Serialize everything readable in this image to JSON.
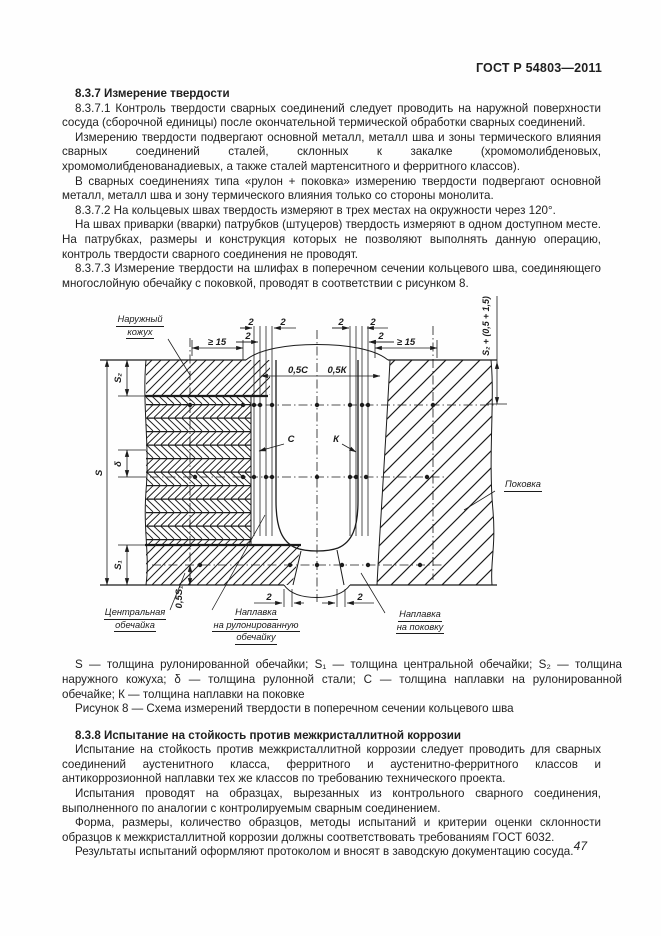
{
  "header": {
    "doc_number": "ГОСТ Р 54803—2011"
  },
  "body": {
    "s837_heading": "8.3.7 Измерение твердости",
    "s837_paras": [
      "8.3.7.1 Контроль твердости сварных соединений следует проводить на наружной поверхности сосуда (сборочной единицы) после окончательной термической обработки сварных соединений.",
      "Измерению твердости подвергают основной металл, металл шва и зоны термического влияния сварных соединений сталей, склонных к закалке (хромомолибденовых, хромомолибденованадиевых, а также сталей мартенситного и ферритного классов).",
      "В сварных соединениях типа «рулон + поковка» измерению твердости подвергают основной металл, металл шва и зону термического влияния только со стороны монолита.",
      "8.3.7.2 На кольцевых швах твердость измеряют в трех местах на окружности через 120°.",
      "На швах приварки (вварки) патрубков (штуцеров) твердость измеряют в одном доступном месте. На патрубках, размеры и конструкция которых не позволяют выполнять данную операцию, контроль твердости сварного соединения не проводят.",
      "8.3.7.3 Измерение твердости на шлифах в поперечном сечении кольцевого шва, соединяющего многослойную обечайку с поковкой, проводят в соответствии с рисунком 8."
    ],
    "s838_heading": "8.3.8 Испытание на стойкость против межкристаллитной коррозии",
    "s838_paras": [
      "Испытание на стойкость против межкристаллитной коррозии следует проводить для сварных соединений аустенитного класса, ферритного и аустенитно-ферритного классов и антикоррозионной наплавки тех же классов по требованию технического проекта.",
      "Испытания проводят на образцах, вырезанных из контрольного сварного соединения, выполненного по аналогии с контролируемым сварным соединением.",
      "Форма, размеры, количество образцов, методы испытаний и критерии оценки склонности образцов к межкристаллитной коррозии должны соответствовать требованиям ГОСТ 6032.",
      "Результаты испытаний оформляют протоколом и вносят в заводскую документацию сосуда."
    ]
  },
  "figure": {
    "dims": {
      "two": "2",
      "ge15": "≥ 15",
      "half_c": "0,5С",
      "half_k": "0,5К",
      "c": "С",
      "k": "К",
      "s": "S",
      "s1": "S₁",
      "s2": "S₂",
      "delta": "δ",
      "half_s1": "0,5S₁",
      "s2_formula": "S₂ + (0,5 + 1,5)"
    },
    "labels": {
      "outer_casing": [
        "Наружный",
        "кожух"
      ],
      "forging": "Поковка",
      "central_shell": [
        "Центральная",
        "обечайка"
      ],
      "cladding_shell": [
        "Наплавка",
        "на рулонированную",
        "обечайку"
      ],
      "cladding_forging": [
        "Наплавка",
        "на поковку"
      ]
    },
    "footnote": "S — толщина рулонированной обечайки; S₁ — толщина центральной обечайки; S₂ — толщина наружного кожуха; δ — толщина рулонной стали; С — толщина наплавки на рулонированной обечайке; К — толщина наплавки на поковке",
    "caption": "Рисунок 8 — Схема измерений твердости в поперечном сечении кольцевого шва"
  },
  "footer": {
    "page_number": "47"
  }
}
